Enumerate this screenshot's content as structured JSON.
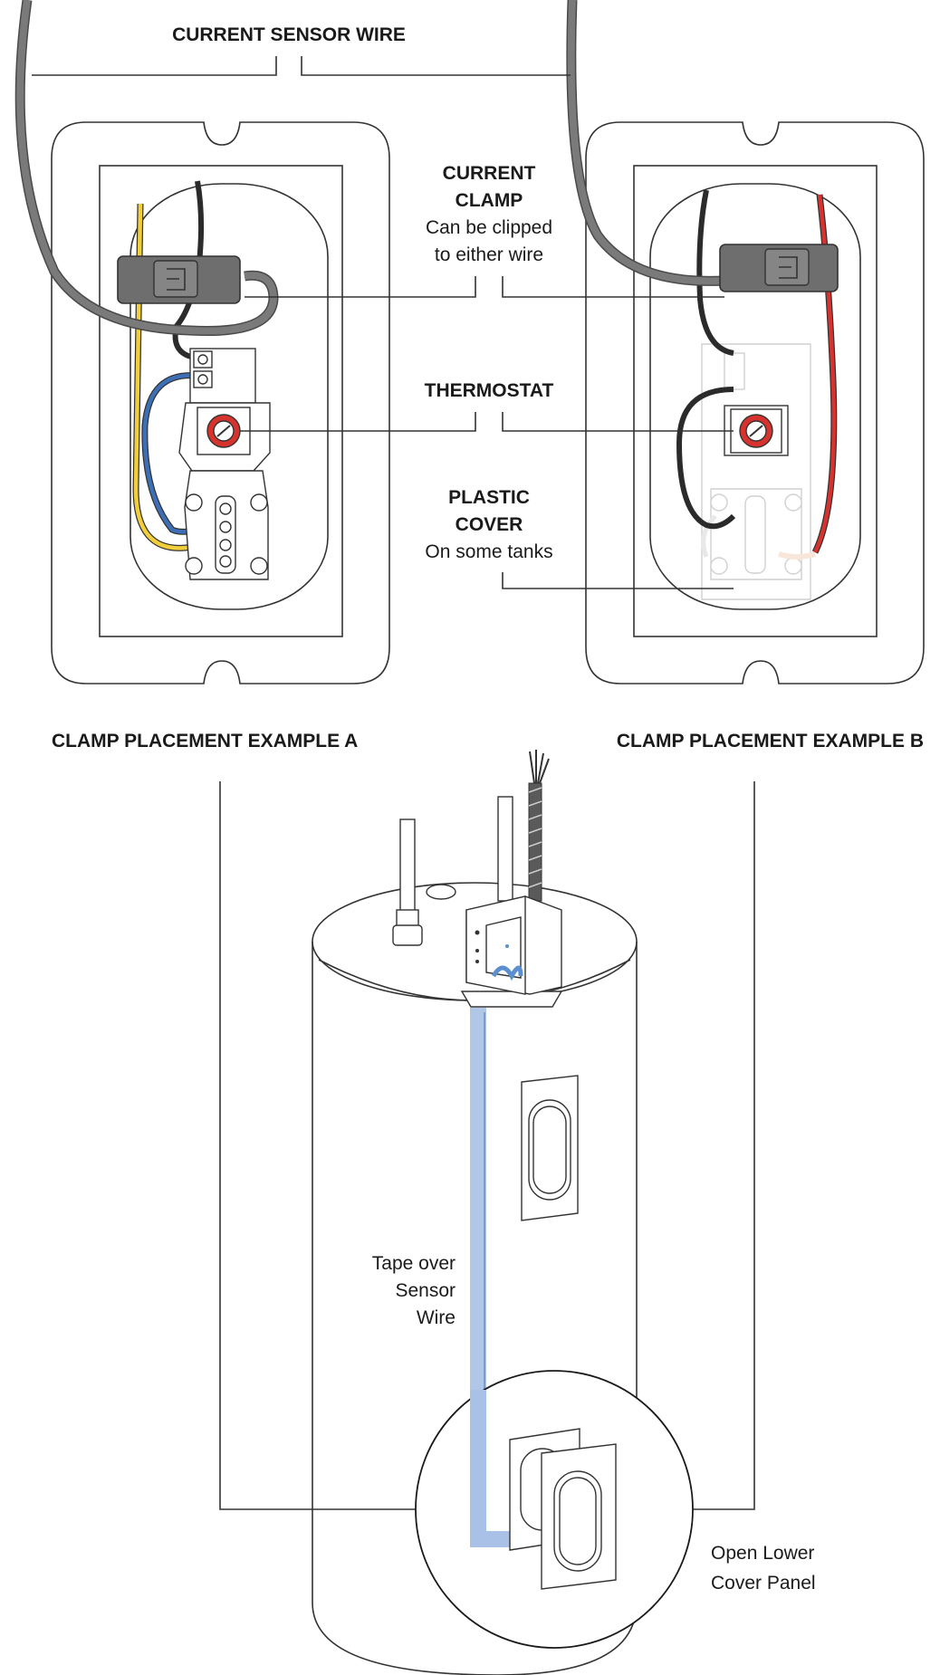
{
  "labels": {
    "current_sensor_wire": "CURRENT SENSOR WIRE",
    "current_clamp_line1": "CURRENT",
    "current_clamp_line2": "CLAMP",
    "current_clamp_note1": "Can be clipped",
    "current_clamp_note2": "to either wire",
    "thermostat": "THERMOSTAT",
    "plastic_cover_line1": "PLASTIC",
    "plastic_cover_line2": "COVER",
    "plastic_cover_note": "On some tanks",
    "example_a": "CLAMP PLACEMENT EXAMPLE A",
    "example_b": "CLAMP PLACEMENT EXAMPLE B",
    "tape_line1": "Tape over",
    "tape_line2": "Sensor",
    "tape_line3": "Wire",
    "lower_panel_line1": "Open Lower",
    "lower_panel_line2": "Cover Panel"
  },
  "colors": {
    "sensor_wire": "#7a7a7a",
    "clamp": "#6e6e6e",
    "wire_black": "#2b2b2b",
    "wire_yellow": "#f2cf3a",
    "wire_blue": "#3c6fb5",
    "wire_red": "#d8322e",
    "thermostat_ring": "#d8322e",
    "tape": "#a9c1e6",
    "device_accent": "#5b8fd0"
  }
}
